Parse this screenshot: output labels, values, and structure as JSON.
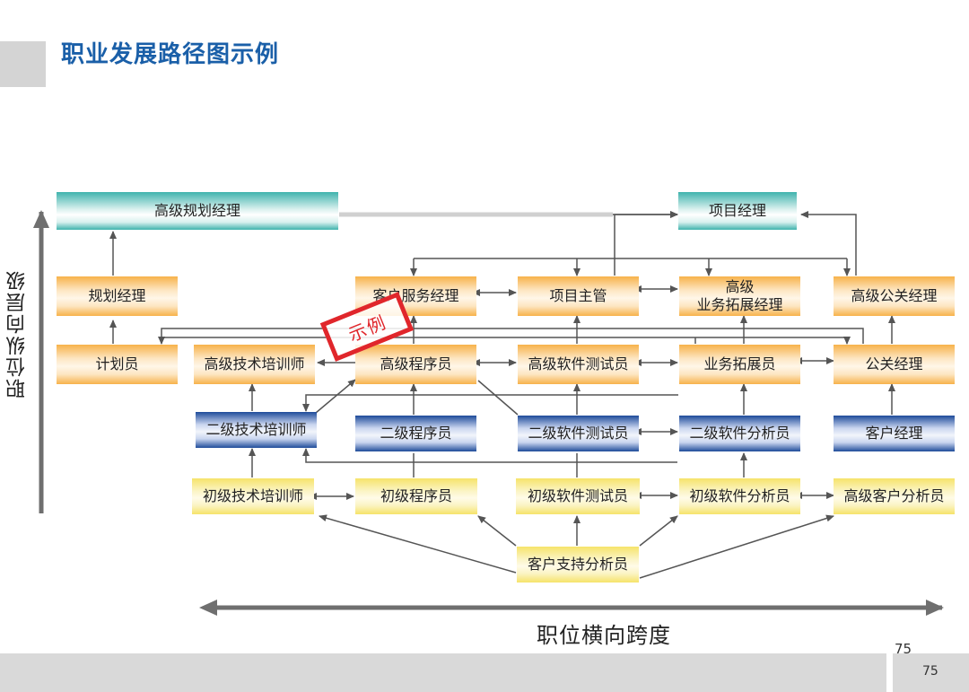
{
  "title": "职业发展路径图示例",
  "axis": {
    "vertical": "职位纵向层级",
    "horizontal": "职位横向跨度"
  },
  "stamp": "示例",
  "page_number_top": "75",
  "page_number_bottom": "75",
  "nodes": {
    "senior_planning_manager": "高级规划经理",
    "project_manager": "项目经理",
    "planning_manager": "规划经理",
    "customer_service_manager": "客户服务经理",
    "project_supervisor": "项目主管",
    "senior_bd_manager_line1": "高级",
    "senior_bd_manager_line2": "业务拓展经理",
    "senior_pr_manager": "高级公关经理",
    "planner": "计划员",
    "senior_tech_trainer": "高级技术培训师",
    "senior_programmer": "高级程序员",
    "senior_software_tester": "高级软件测试员",
    "bd_specialist": "业务拓展员",
    "pr_manager": "公关经理",
    "l2_tech_trainer": "二级技术培训师",
    "l2_programmer": "二级程序员",
    "l2_software_tester": "二级软件测试员",
    "l2_software_analyst": "二级软件分析员",
    "account_manager": "客户经理",
    "junior_tech_trainer": "初级技术培训师",
    "junior_programmer": "初级程序员",
    "junior_software_tester": "初级软件测试员",
    "junior_software_analyst": "初级软件分析员",
    "senior_customer_analyst": "高级客户分析员",
    "customer_support_analyst": "客户支持分析员"
  },
  "colors": {
    "title": "#1a5fa8",
    "teal": "#3fb3ad",
    "orange": "#f7b24a",
    "navy": "#1e4b9a",
    "yellow": "#f6e36a",
    "stamp": "#e0262b",
    "arrow": "#555555"
  }
}
